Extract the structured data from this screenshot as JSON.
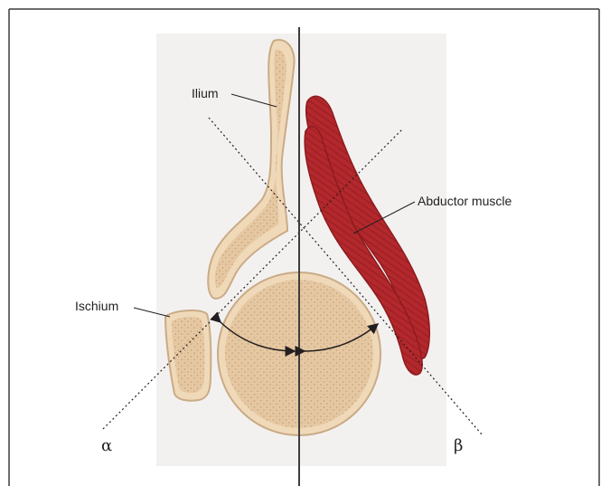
{
  "labels": {
    "ilium": "Ilium",
    "abductor": "Abductor muscle",
    "ischium": "Ischium",
    "alpha": "α",
    "beta": "β"
  },
  "colors": {
    "bone_fill": "#f0d9b8",
    "bone_outline": "#c9ab86",
    "bone_speckle": "#c6a27f",
    "muscle_fill": "#b3282c",
    "muscle_outline": "#8e1b1e",
    "background_panel": "#f3f1f0",
    "frame": "#3d3d3d"
  }
}
